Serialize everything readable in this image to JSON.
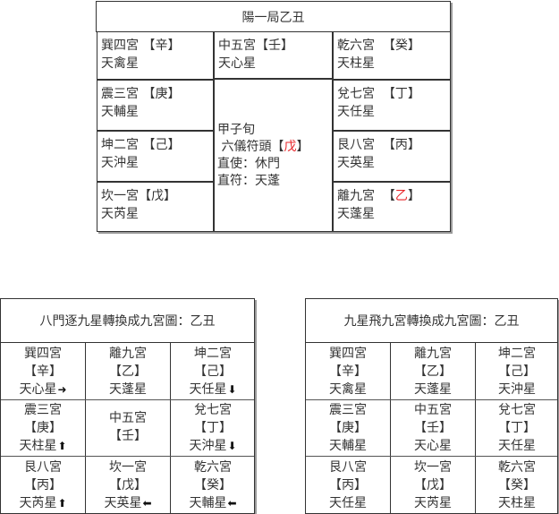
{
  "top_chart": {
    "title": "陽一局乙丑",
    "cells": {
      "xun4": {
        "palace": "巽四宮",
        "stem": "【辛】",
        "star": "天禽星"
      },
      "zhong5": {
        "palace": "中五宮",
        "stem": "【壬】",
        "star": "天心星"
      },
      "qian6": {
        "palace": "乾六宮",
        "stem": "【癸】",
        "star": "天柱星"
      },
      "zhen3": {
        "palace": "震三宮",
        "stem": "【庚】",
        "star": "天輔星"
      },
      "dui7": {
        "palace": "兌七宮",
        "stem": "【丁】",
        "star": "天任星"
      },
      "kun2": {
        "palace": "坤二宮",
        "stem": "【己】",
        "star": "天沖星"
      },
      "gen8": {
        "palace": "艮八宮",
        "stem": "【丙】",
        "star": "天英星"
      },
      "kan1": {
        "palace": "坎一宮",
        "stem": "【戊】",
        "star": "天芮星"
      },
      "li9": {
        "palace": "離九宮",
        "stem_open": "【",
        "stem_char": "乙",
        "stem_close": "】",
        "star": "天蓬星"
      }
    },
    "center": {
      "xun": "甲子旬",
      "fu_tou_label": "六儀符頭【",
      "fu_tou_char": "戊",
      "fu_tou_close": "】",
      "zhi_shi": "直使：休門",
      "zhi_fu": "直符：天蓬"
    }
  },
  "left_grid": {
    "title": "八門逐九星轉換成九宮圖：乙丑",
    "cells": [
      {
        "palace": "巽四宮",
        "stem": "【辛】",
        "star": "天心星",
        "arrow": "➜",
        "arrow_dir": "right",
        "highlight": false
      },
      {
        "palace": "離九宮",
        "stem": "【乙】",
        "star": "天蓬星",
        "arrow": "",
        "arrow_dir": "",
        "highlight": true
      },
      {
        "palace": "坤二宮",
        "stem": "【己】",
        "star": "天任星",
        "arrow": "🡫",
        "arrow_dir": "down",
        "highlight": false
      },
      {
        "palace": "震三宮",
        "stem": "【庚】",
        "star": "天柱星",
        "arrow": "🡩",
        "arrow_dir": "up",
        "highlight": false
      },
      {
        "palace": "中五宮",
        "stem": "【壬】",
        "star": "",
        "arrow": "",
        "arrow_dir": "",
        "highlight": false
      },
      {
        "palace": "兌七宮",
        "stem": "【丁】",
        "star": "天沖星",
        "arrow": "🡫",
        "arrow_dir": "down",
        "highlight": false
      },
      {
        "palace": "艮八宮",
        "stem": "【丙】",
        "star": "天芮星",
        "arrow": "🡩",
        "arrow_dir": "up",
        "highlight": false
      },
      {
        "palace": "坎一宮",
        "stem": "【戊】",
        "star": "天英星",
        "arrow": "🡨",
        "arrow_dir": "left",
        "highlight": false
      },
      {
        "palace": "乾六宮",
        "stem": "【癸】",
        "star": "天輔星",
        "arrow": "🡨",
        "arrow_dir": "left",
        "highlight": false
      }
    ]
  },
  "right_grid": {
    "title": "九星飛九宮轉換成九宮圖：乙丑",
    "cells": [
      {
        "palace": "巽四宮",
        "stem": "【辛】",
        "star": "天禽星",
        "highlight": false
      },
      {
        "palace": "離九宮",
        "stem": "【乙】",
        "star": "天蓬星",
        "highlight": true
      },
      {
        "palace": "坤二宮",
        "stem": "【己】",
        "star": "天沖星",
        "highlight": false
      },
      {
        "palace": "震三宮",
        "stem": "【庚】",
        "star": "天輔星",
        "highlight": false
      },
      {
        "palace": "中五宮",
        "stem": "【壬】",
        "star": "天心星",
        "highlight": false
      },
      {
        "palace": "兌七宮",
        "stem": "【丁】",
        "star": "天任星",
        "highlight": false
      },
      {
        "palace": "艮八宮",
        "stem": "【丙】",
        "star": "天任星",
        "highlight": false
      },
      {
        "palace": "坎一宮",
        "stem": "【戊】",
        "star": "天芮星",
        "highlight": false
      },
      {
        "palace": "乾六宮",
        "stem": "【癸】",
        "star": "天柱星",
        "highlight": false
      }
    ]
  },
  "colors": {
    "highlight": "#e8262a",
    "text": "#333333",
    "border": "#333333"
  }
}
